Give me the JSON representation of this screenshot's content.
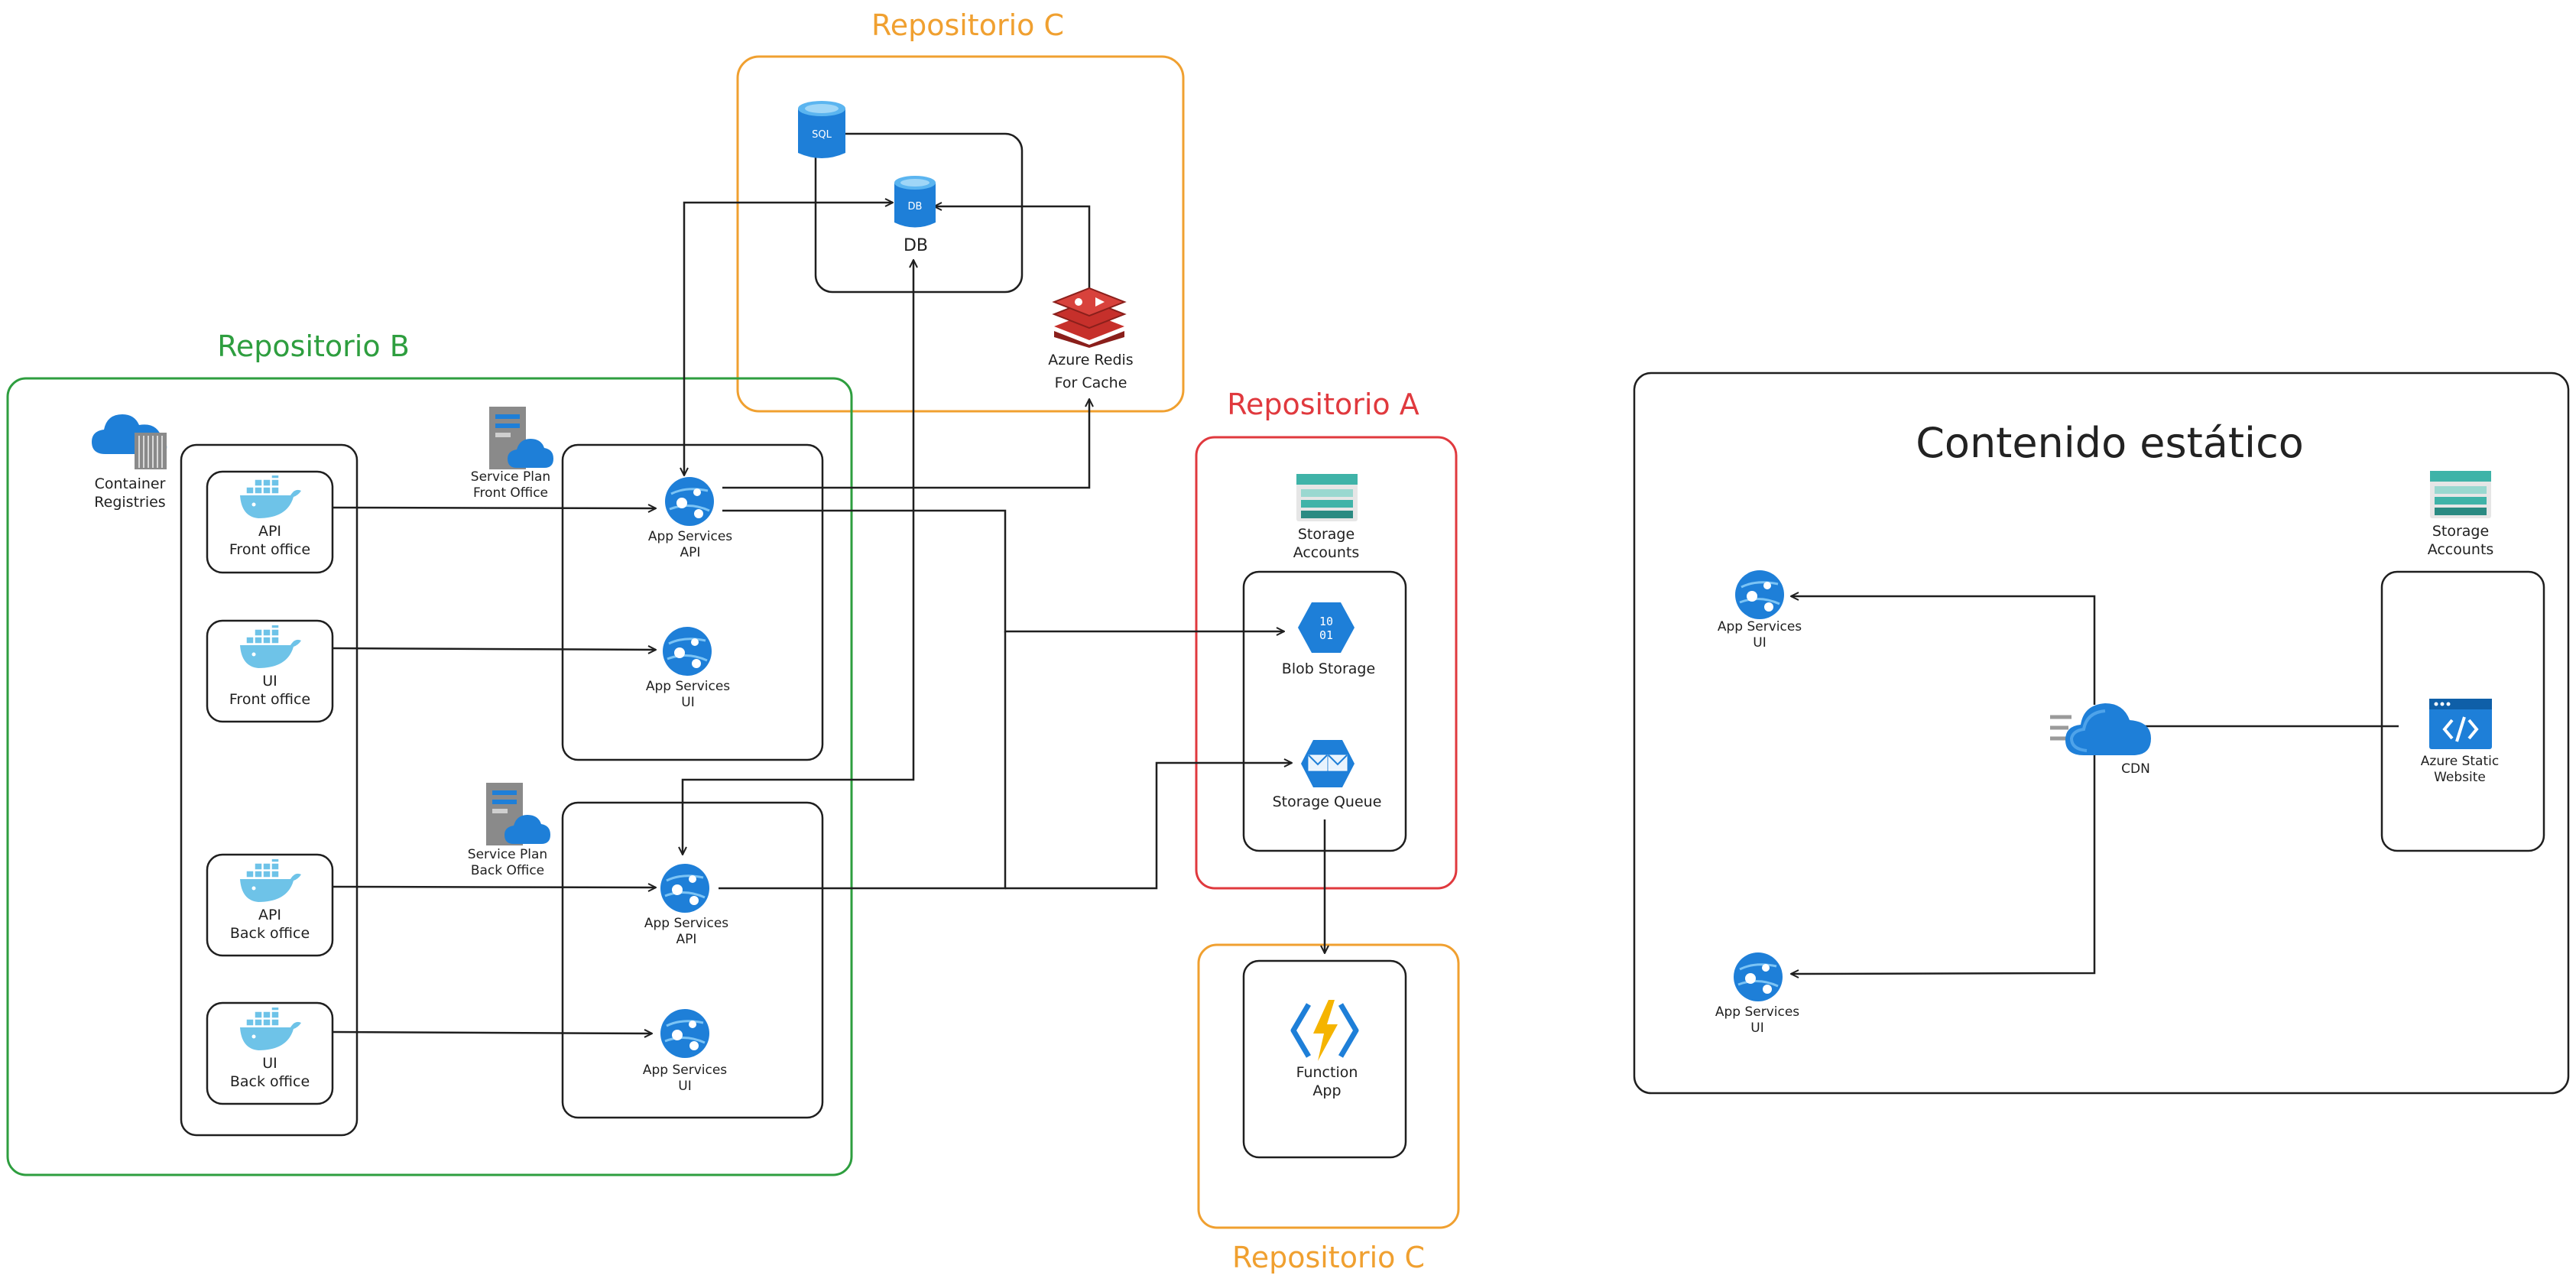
{
  "groups": {
    "repo_c_top": "Repositorio C",
    "repo_b": "Repositorio B",
    "repo_a": "Repositorio A",
    "repo_c_bottom": "Repositorio C",
    "static_title": "Contenido estático"
  },
  "nodes": {
    "sql": "SQL",
    "db_icon": "DB",
    "db_label": "DB",
    "redis": [
      "Azure Redis",
      "For Cache"
    ],
    "container_registries": [
      "Container",
      "Registries"
    ],
    "docker_api_front": [
      "API",
      "Front office"
    ],
    "docker_ui_front": [
      "UI",
      "Front office"
    ],
    "docker_api_back": [
      "API",
      "Back office"
    ],
    "docker_ui_back": [
      "UI",
      "Back office"
    ],
    "plan_front": [
      "Service Plan",
      "Front Office"
    ],
    "plan_back": [
      "Service Plan",
      "Back Office"
    ],
    "app_api_front": [
      "App Services",
      "API"
    ],
    "app_ui_front": [
      "App Services",
      "UI"
    ],
    "app_api_back": [
      "App Services",
      "API"
    ],
    "app_ui_back": [
      "App Services",
      "UI"
    ],
    "storage_a": [
      "Storage",
      "Accounts"
    ],
    "blob": "Blob Storage",
    "queue": "Storage Queue",
    "function_app": [
      "Function",
      "App"
    ],
    "storage_static": [
      "Storage",
      "Accounts"
    ],
    "app_ui_static_top": [
      "App Services",
      "UI"
    ],
    "app_ui_static_bottom": [
      "App Services",
      "UI"
    ],
    "cdn": "CDN",
    "static_website": [
      "Azure Static",
      "Website"
    ]
  },
  "colors": {
    "repo_b": "#2e9e3f",
    "repo_c": "#f0a030",
    "repo_a": "#e0393e",
    "azure_blue": "#1e7fd8",
    "docker_blue": "#6ec3e8",
    "redis_red": "#c6302b",
    "teal": "#3fb3a8",
    "bolt": "#f5b400"
  }
}
